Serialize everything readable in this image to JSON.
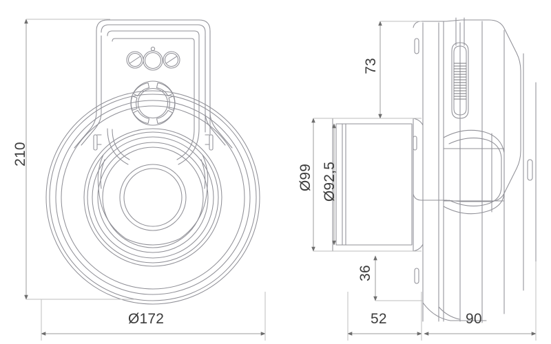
{
  "drawing": {
    "title": "Technical dimension drawing",
    "background_color": "#ffffff",
    "line_color": "#8c8c93",
    "dim_line_color": "#9a9a9a",
    "text_color": "#3c3c3c",
    "views": [
      {
        "name": "front-view",
        "label": ""
      },
      {
        "name": "side-view",
        "label": ""
      }
    ]
  },
  "dimensions": {
    "overall_height": "210",
    "overall_diameter": "Ø172",
    "cylinder_outer_diameter": "Ø99",
    "cylinder_inner_diameter": "Ø92,5",
    "upper_height": "73",
    "lower_offset": "36",
    "depth_front": "52",
    "depth_rear": "90"
  }
}
